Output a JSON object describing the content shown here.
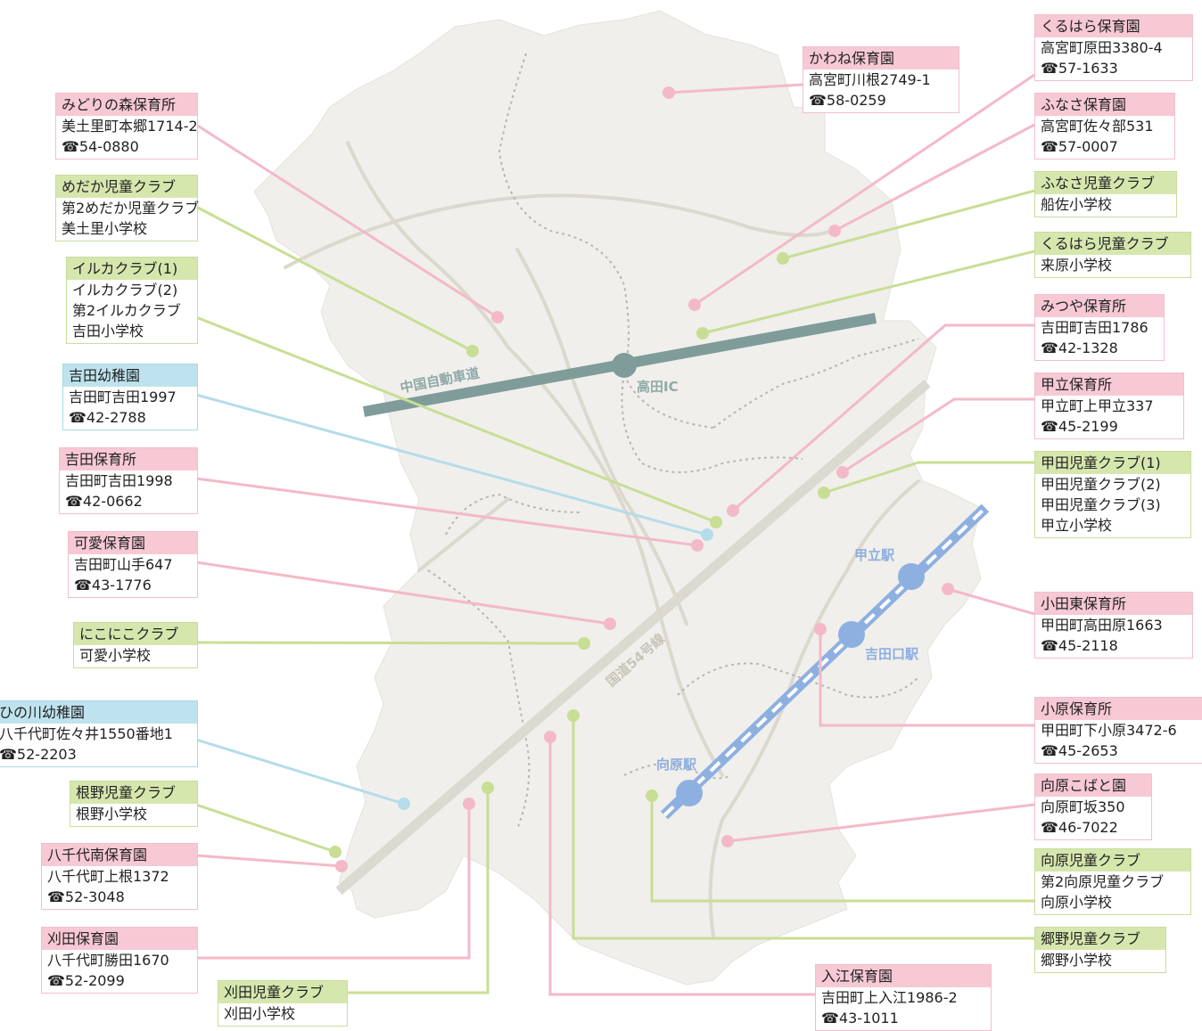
{
  "colors": {
    "pink": "#f7c9d4",
    "pink_line": "#f4b9c8",
    "green": "#d6e7ae",
    "green_line": "#c8de94",
    "blue": "#bfe3ee",
    "blue_line": "#b5dcea",
    "map_fill": "#f0efeb",
    "expressway": "#7f9c9a",
    "route": "#dcd9d0",
    "rail": "#8eb0e0"
  },
  "map_labels": {
    "expressway": "中国自動車道",
    "ic": "高田IC",
    "route54": "国道54号線",
    "station_kotachi": "甲立駅",
    "station_yoshidaguchi": "吉田口駅",
    "station_mukaihara": "向原駅"
  },
  "facilities": [
    {
      "id": "midori",
      "type": "pink",
      "name": "みどりの森保育所",
      "lines": [
        "美土里町本郷1714-2",
        "☎54-0880"
      ]
    },
    {
      "id": "medaka",
      "type": "green",
      "name": "めだか児童クラブ",
      "lines": [
        "第2めだか児童クラブ",
        "美土里小学校"
      ]
    },
    {
      "id": "iruka",
      "type": "green",
      "name": "イルカクラブ(1)",
      "lines": [
        "イルカクラブ(2)",
        "第2イルカクラブ",
        "吉田小学校"
      ]
    },
    {
      "id": "yoshida_k",
      "type": "blue",
      "name": "吉田幼稚園",
      "lines": [
        "吉田町吉田1997",
        "☎42-2788"
      ]
    },
    {
      "id": "yoshida_h",
      "type": "pink",
      "name": "吉田保育所",
      "lines": [
        "吉田町吉田1998",
        "☎42-0662"
      ]
    },
    {
      "id": "kae",
      "type": "pink",
      "name": "可愛保育園",
      "lines": [
        "吉田町山手647",
        "☎43-1776"
      ]
    },
    {
      "id": "niko",
      "type": "green",
      "name": "にこにこクラブ",
      "lines": [
        "可愛小学校"
      ]
    },
    {
      "id": "hinokawa",
      "type": "blue",
      "name": "ひの川幼稚園",
      "lines": [
        "八千代町佐々井1550番地1",
        "☎52-2203"
      ]
    },
    {
      "id": "neno",
      "type": "green",
      "name": "根野児童クラブ",
      "lines": [
        "根野小学校"
      ]
    },
    {
      "id": "yachiyo",
      "type": "pink",
      "name": "八千代南保育園",
      "lines": [
        "八千代町上根1372",
        "☎52-3048"
      ]
    },
    {
      "id": "karita_h",
      "type": "pink",
      "name": "刈田保育園",
      "lines": [
        "八千代町勝田1670",
        "☎52-2099"
      ]
    },
    {
      "id": "karita_c",
      "type": "green",
      "name": "刈田児童クラブ",
      "lines": [
        "刈田小学校"
      ]
    },
    {
      "id": "irie",
      "type": "pink",
      "name": "入江保育園",
      "lines": [
        "吉田町上入江1986-2",
        "☎43-1011"
      ]
    },
    {
      "id": "gono",
      "type": "green",
      "name": "郷野児童クラブ",
      "lines": [
        "郷野小学校"
      ]
    },
    {
      "id": "mukai_c",
      "type": "green",
      "name": "向原児童クラブ",
      "lines": [
        "第2向原児童クラブ",
        "向原小学校"
      ]
    },
    {
      "id": "mukai_k",
      "type": "pink",
      "name": "向原こばと園",
      "lines": [
        "向原町坂350",
        "☎46-7022"
      ]
    },
    {
      "id": "obara",
      "type": "pink",
      "name": "小原保育所",
      "lines": [
        "甲田町下小原3472-6",
        "☎45-2653"
      ]
    },
    {
      "id": "odahigashi",
      "type": "pink",
      "name": "小田東保育所",
      "lines": [
        "甲田町高田原1663",
        "☎45-2118"
      ]
    },
    {
      "id": "koda_c",
      "type": "green",
      "name": "甲田児童クラブ(1)",
      "lines": [
        "甲田児童クラブ(2)",
        "甲田児童クラブ(3)",
        "甲立小学校"
      ]
    },
    {
      "id": "kotachi_h",
      "type": "pink",
      "name": "甲立保育所",
      "lines": [
        "甲立町上甲立337",
        "☎45-2199"
      ]
    },
    {
      "id": "mitsuya",
      "type": "pink",
      "name": "みつや保育所",
      "lines": [
        "吉田町吉田1786",
        "☎42-1328"
      ]
    },
    {
      "id": "kurahara_c",
      "type": "green",
      "name": "くるはら児童クラブ",
      "lines": [
        "来原小学校"
      ]
    },
    {
      "id": "funasa_c",
      "type": "green",
      "name": "ふなさ児童クラブ",
      "lines": [
        "船佐小学校"
      ]
    },
    {
      "id": "funasa_h",
      "type": "pink",
      "name": "ふなさ保育園",
      "lines": [
        "高宮町佐々部531",
        "☎57-0007"
      ]
    },
    {
      "id": "kurahara_h",
      "type": "pink",
      "name": "くるはら保育園",
      "lines": [
        "高宮町原田3380-4",
        "☎57-1633"
      ]
    },
    {
      "id": "kawane",
      "type": "pink",
      "name": "かわね保育園",
      "lines": [
        "高宮町川根2749-1",
        "☎58-0259"
      ]
    }
  ]
}
